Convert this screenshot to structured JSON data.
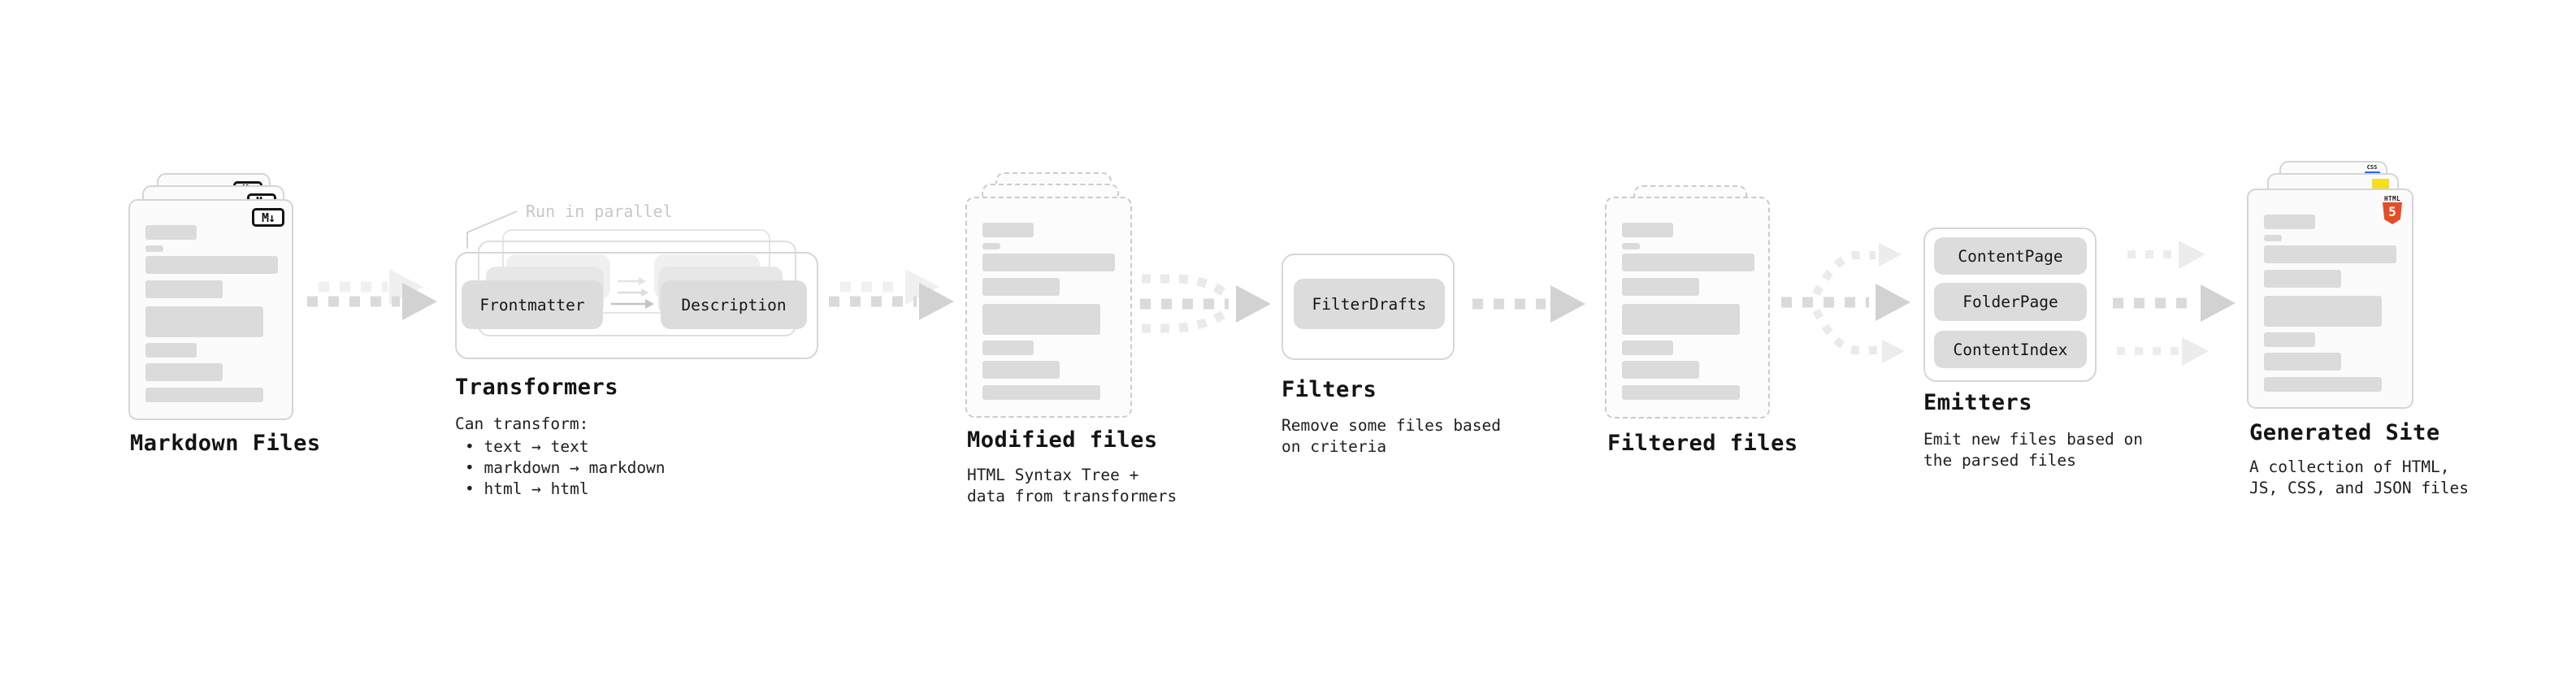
{
  "nodes": {
    "markdown": {
      "title": "Markdown Files",
      "badge": "M↓"
    },
    "transformers": {
      "title": "Transformers",
      "annotation": "Run in parallel",
      "boxes": [
        "Frontmatter",
        "Description"
      ],
      "subtitle": "Can transform:",
      "bullets": [
        "• text → text",
        "• markdown → markdown",
        "• html → html"
      ]
    },
    "modified": {
      "title": "Modified files",
      "subtitle": [
        "HTML Syntax Tree +",
        "data from transformers"
      ]
    },
    "filters": {
      "title": "Filters",
      "boxes": [
        "FilterDrafts"
      ],
      "subtitle": [
        "Remove some files based",
        "on criteria"
      ]
    },
    "filtered": {
      "title": "Filtered files"
    },
    "emitters": {
      "title": "Emitters",
      "boxes": [
        "ContentPage",
        "FolderPage",
        "ContentIndex"
      ],
      "subtitle": [
        "Emit new files based on",
        "the parsed files"
      ]
    },
    "generated": {
      "title": "Generated Site",
      "subtitle": [
        "A collection of HTML,",
        "JS, CSS, and JSON files"
      ],
      "badges": {
        "css": "CSS",
        "html5_label": "HTML",
        "html5_number": "5"
      }
    }
  },
  "colors": {
    "html5_orange": "#e44d26",
    "js_yellow": "#f6df1d",
    "css_blue": "#2965f1",
    "card_border": "#d5d5d5",
    "skeleton_bar": "#dbdbdb",
    "pill_fill": "#dcdcdc",
    "arrow_gray": "#d9d9d9",
    "annotation_gray": "#c7c7c7"
  }
}
